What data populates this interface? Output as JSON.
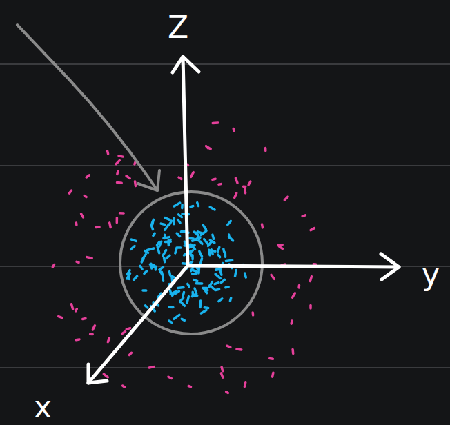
{
  "diagram": {
    "labels": [
      "Z",
      "y",
      "x"
    ]
  }
}
